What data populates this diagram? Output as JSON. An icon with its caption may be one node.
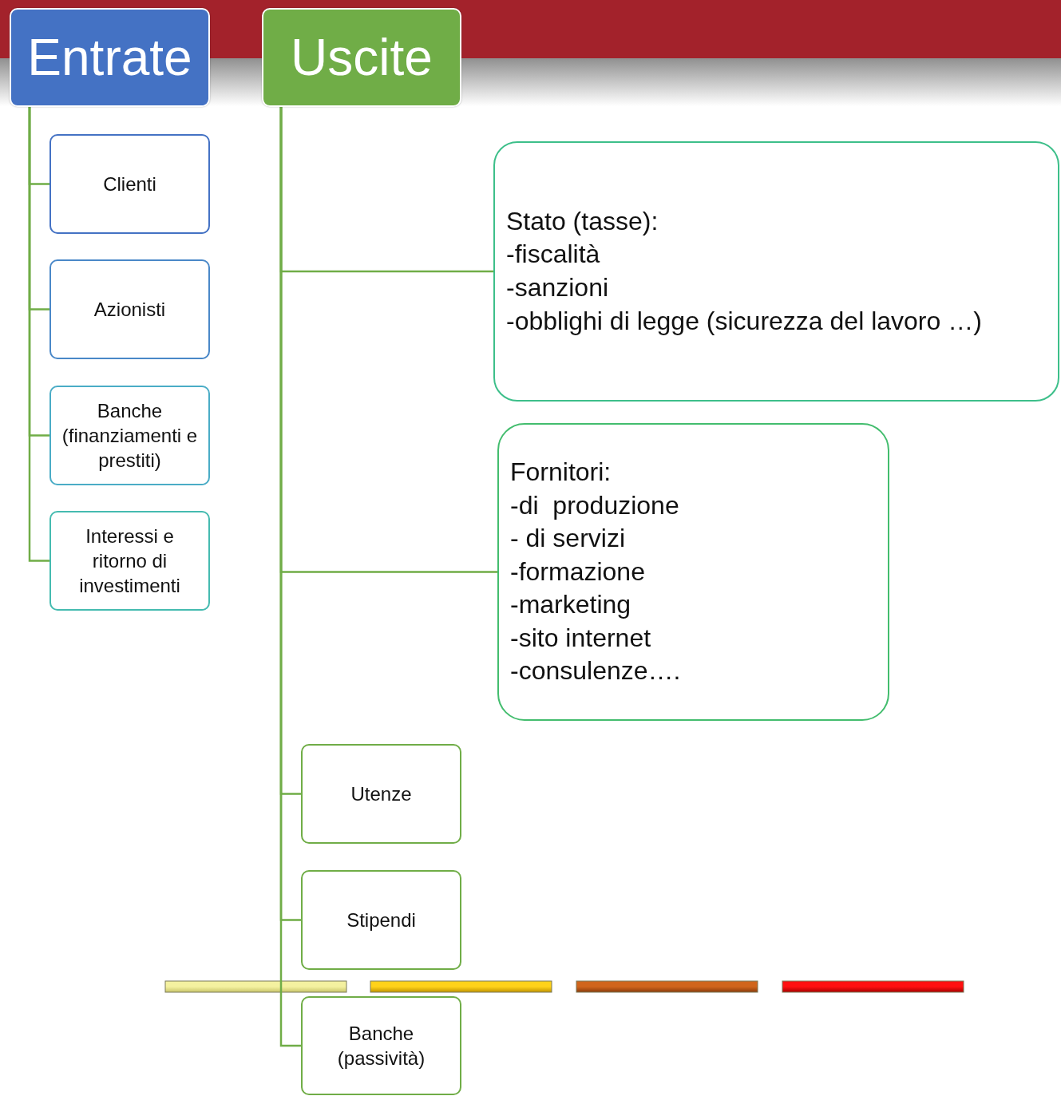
{
  "diagram": {
    "nodes": [
      {
        "text": [
          "Entrate"
        ]
      },
      {
        "text": [
          "Uscite"
        ]
      },
      {
        "text": [
          "Clienti"
        ]
      },
      {
        "text": [
          "Azionisti"
        ]
      },
      {
        "text": [
          "Banche (finanziamenti e prestiti)"
        ]
      },
      {
        "text": [
          "Interessi e ritorno di investimenti"
        ]
      },
      {
        "text": [
          "Stato (tasse):",
          "-fiscalità",
          "-sanzioni",
          "-obblighi di legge (sicurezza del lavoro …)"
        ]
      },
      {
        "text": [
          "Fornitori:",
          "-di  produzione",
          "- di servizi",
          "-formazione",
          "-marketing",
          "-sito internet",
          "-consulenze…."
        ]
      },
      {
        "text": [
          "Utenze"
        ]
      },
      {
        "text": [
          "Stipendi"
        ]
      },
      {
        "text": [
          "Banche (passività)"
        ]
      }
    ],
    "edges": [
      {
        "from": 0,
        "to": 2,
        "arrow": "none"
      },
      {
        "from": 0,
        "to": 3,
        "arrow": "none"
      },
      {
        "from": 0,
        "to": 4,
        "arrow": "none"
      },
      {
        "from": 0,
        "to": 5,
        "arrow": "none"
      },
      {
        "from": 1,
        "to": 6,
        "arrow": "none"
      },
      {
        "from": 1,
        "to": 7,
        "arrow": "none"
      },
      {
        "from": 1,
        "to": 8,
        "arrow": "none"
      },
      {
        "from": 1,
        "to": 9,
        "arrow": "none"
      },
      {
        "from": 1,
        "to": 10,
        "arrow": "none"
      }
    ]
  }
}
